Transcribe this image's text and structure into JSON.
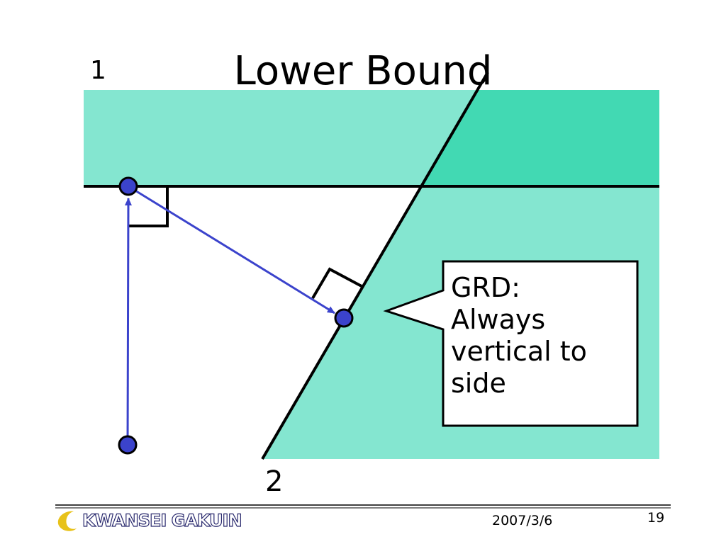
{
  "slide": {
    "title": "Lower Bound",
    "region_label_1": "1",
    "region_label_2": "2",
    "callout": [
      "GRD:",
      "Always",
      "vertical to",
      "side"
    ],
    "footer": {
      "date": "2007/3/6",
      "page_number": "19",
      "logo_text": "KWANSEI GAKUIN"
    }
  },
  "colors": {
    "region_light": "#84E6D0",
    "region_dark": "#42D9B3",
    "point_fill": "#3B43CC",
    "arrow": "#3B43CC",
    "line": "#000000",
    "logo_moon": "#E8C21A"
  },
  "icons": {
    "logo": "crescent-moon-icon"
  }
}
